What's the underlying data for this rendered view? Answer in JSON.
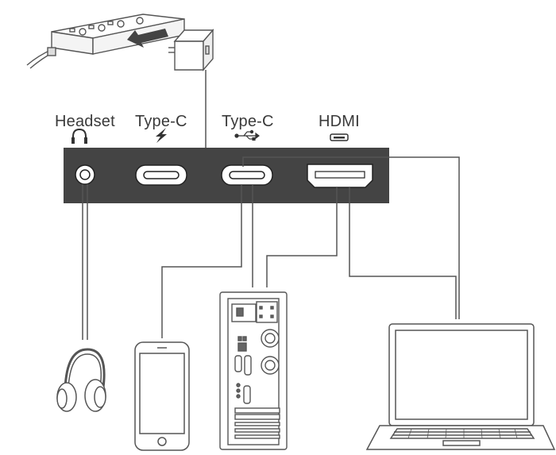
{
  "ports": [
    {
      "label": "Headset",
      "icon": "headphones-icon"
    },
    {
      "label": "Type-C",
      "icon": "lightning-charge-icon"
    },
    {
      "label": "Type-C",
      "icon": "usb-icon"
    },
    {
      "label": "HDMI",
      "icon": "hdmi-port-icon"
    }
  ],
  "colors": {
    "panel": "#444444",
    "line": "#555555",
    "port_fill": "#ffffff"
  }
}
